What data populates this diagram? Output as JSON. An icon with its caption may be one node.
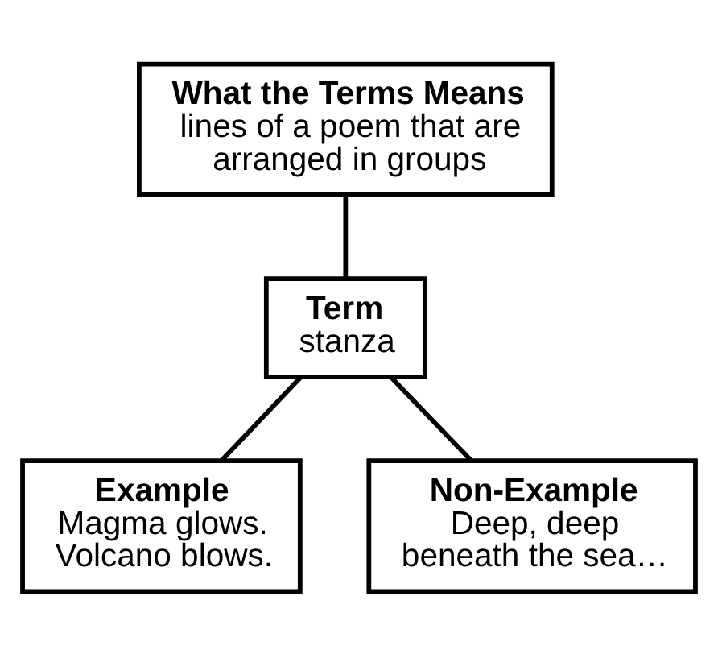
{
  "diagram": {
    "nodes": [
      {
        "text": [
          "What the Terms Means",
          "lines of a poem that are arranged in groups"
        ]
      },
      {
        "text": [
          "Term",
          "stanza"
        ]
      },
      {
        "text": [
          "Example",
          "Magma glows. Volcano blows."
        ]
      },
      {
        "text": [
          "Non-Example",
          "Deep, deep beneath the sea…"
        ]
      }
    ],
    "edges": [
      {
        "from": 0,
        "to": 1,
        "arrow": "none"
      },
      {
        "from": 1,
        "to": 2,
        "arrow": "none"
      },
      {
        "from": 1,
        "to": 3,
        "arrow": "none"
      }
    ]
  }
}
